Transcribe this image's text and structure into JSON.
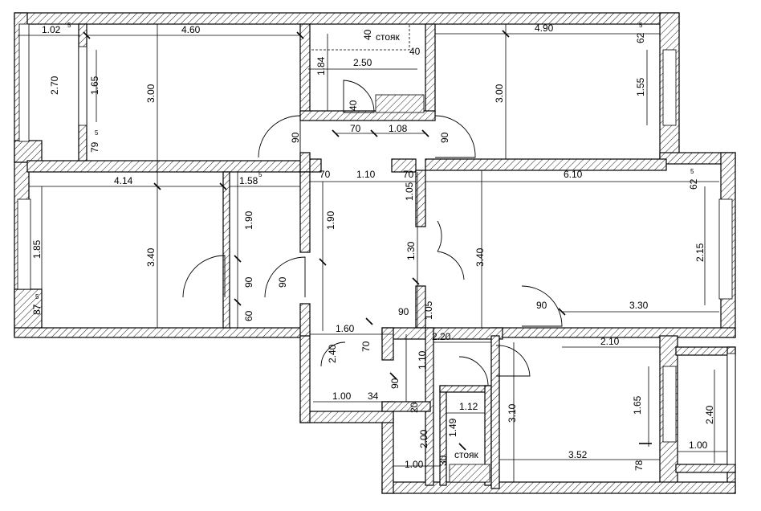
{
  "labels": {
    "d_102": "1.02",
    "d_102_sup": "5",
    "d_460": "4.60",
    "d_40a": "40",
    "d_stoyak1": "стояк",
    "d_40b": "40",
    "d_490": "4.90",
    "d_62a": "62",
    "d_62a_sup": "5",
    "d_270": "2.70",
    "d_165a": "1.65",
    "d_300a": "3.00",
    "d_184": "1.84",
    "d_250": "2.50",
    "d_40c": "40",
    "d_300b": "3.00",
    "d_155": "1.55",
    "d_79": "79",
    "d_79_sup": "5",
    "d_90a": "90",
    "d_70a": "70",
    "d_108": "1.08",
    "d_90b": "90",
    "d_414": "4.14",
    "d_158": "1.58",
    "d_158_sup": "5",
    "d_70b": "70",
    "d_110a": "1.10",
    "d_70c": "70",
    "d_610": "6.10",
    "d_62b": "62",
    "d_62b_sup": "5",
    "d_190a": "1.90",
    "d_190b": "1.90",
    "d_105a": "1.05",
    "d_185": "1.85",
    "d_340a": "3.40",
    "d_130": "1.30",
    "d_340b": "3.40",
    "d_215": "2.15",
    "d_90c": "90",
    "d_90d": "90",
    "d_87": "87",
    "d_87_sup": "5",
    "d_60": "60",
    "d_90e": "90",
    "d_105b": "1.05",
    "d_90f": "90",
    "d_330": "3.30",
    "d_160": "1.60",
    "d_70d": "70",
    "d_220": "2.20",
    "d_210": "2.10",
    "d_240a": "2.40",
    "d_110b": "1.10",
    "d_90g": "90",
    "d_100a": "1.00",
    "d_34": "34",
    "d_20": "20",
    "d_112": "1.12",
    "d_310": "3.10",
    "d_165b": "1.65",
    "d_240b": "2.40",
    "d_200": "2.00",
    "d_149": "1.49",
    "d_100b": "1.00",
    "d_100c": "1.00",
    "d_30": "30",
    "d_stoyak2": "стояк",
    "d_352": "3.52",
    "d_78": "78"
  }
}
